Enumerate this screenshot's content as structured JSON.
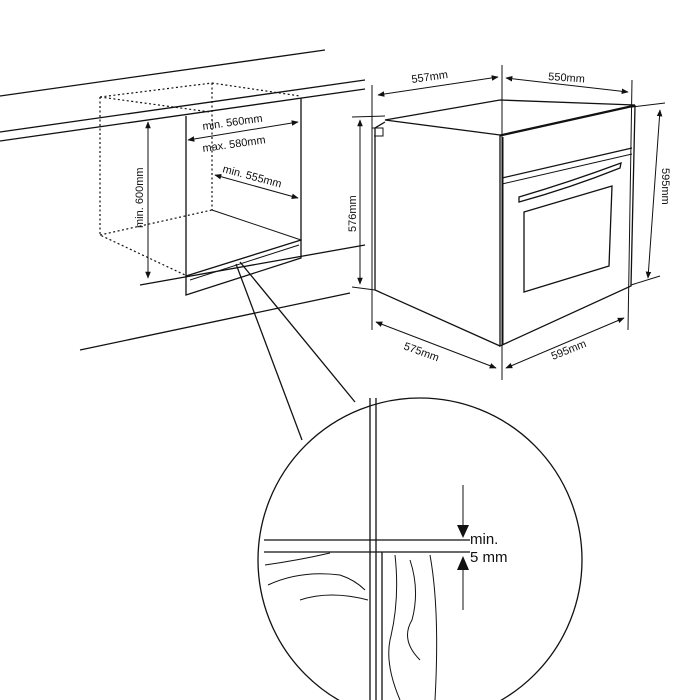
{
  "cabinet": {
    "width_label": "min. 560mm",
    "width_max_label": "max. 580mm",
    "depth_label": "min. 555mm",
    "height_label": "min. 600mm"
  },
  "oven": {
    "top_depth_label": "557mm",
    "top_width_label": "550mm",
    "body_height_label": "576mm",
    "front_height_label": "595mm",
    "base_depth_label": "575mm",
    "base_width_label": "595mm"
  },
  "detail": {
    "gap_label_line1": "min.",
    "gap_label_line2": "5 mm"
  },
  "colors": {
    "line": "#111111",
    "background": "#ffffff"
  }
}
